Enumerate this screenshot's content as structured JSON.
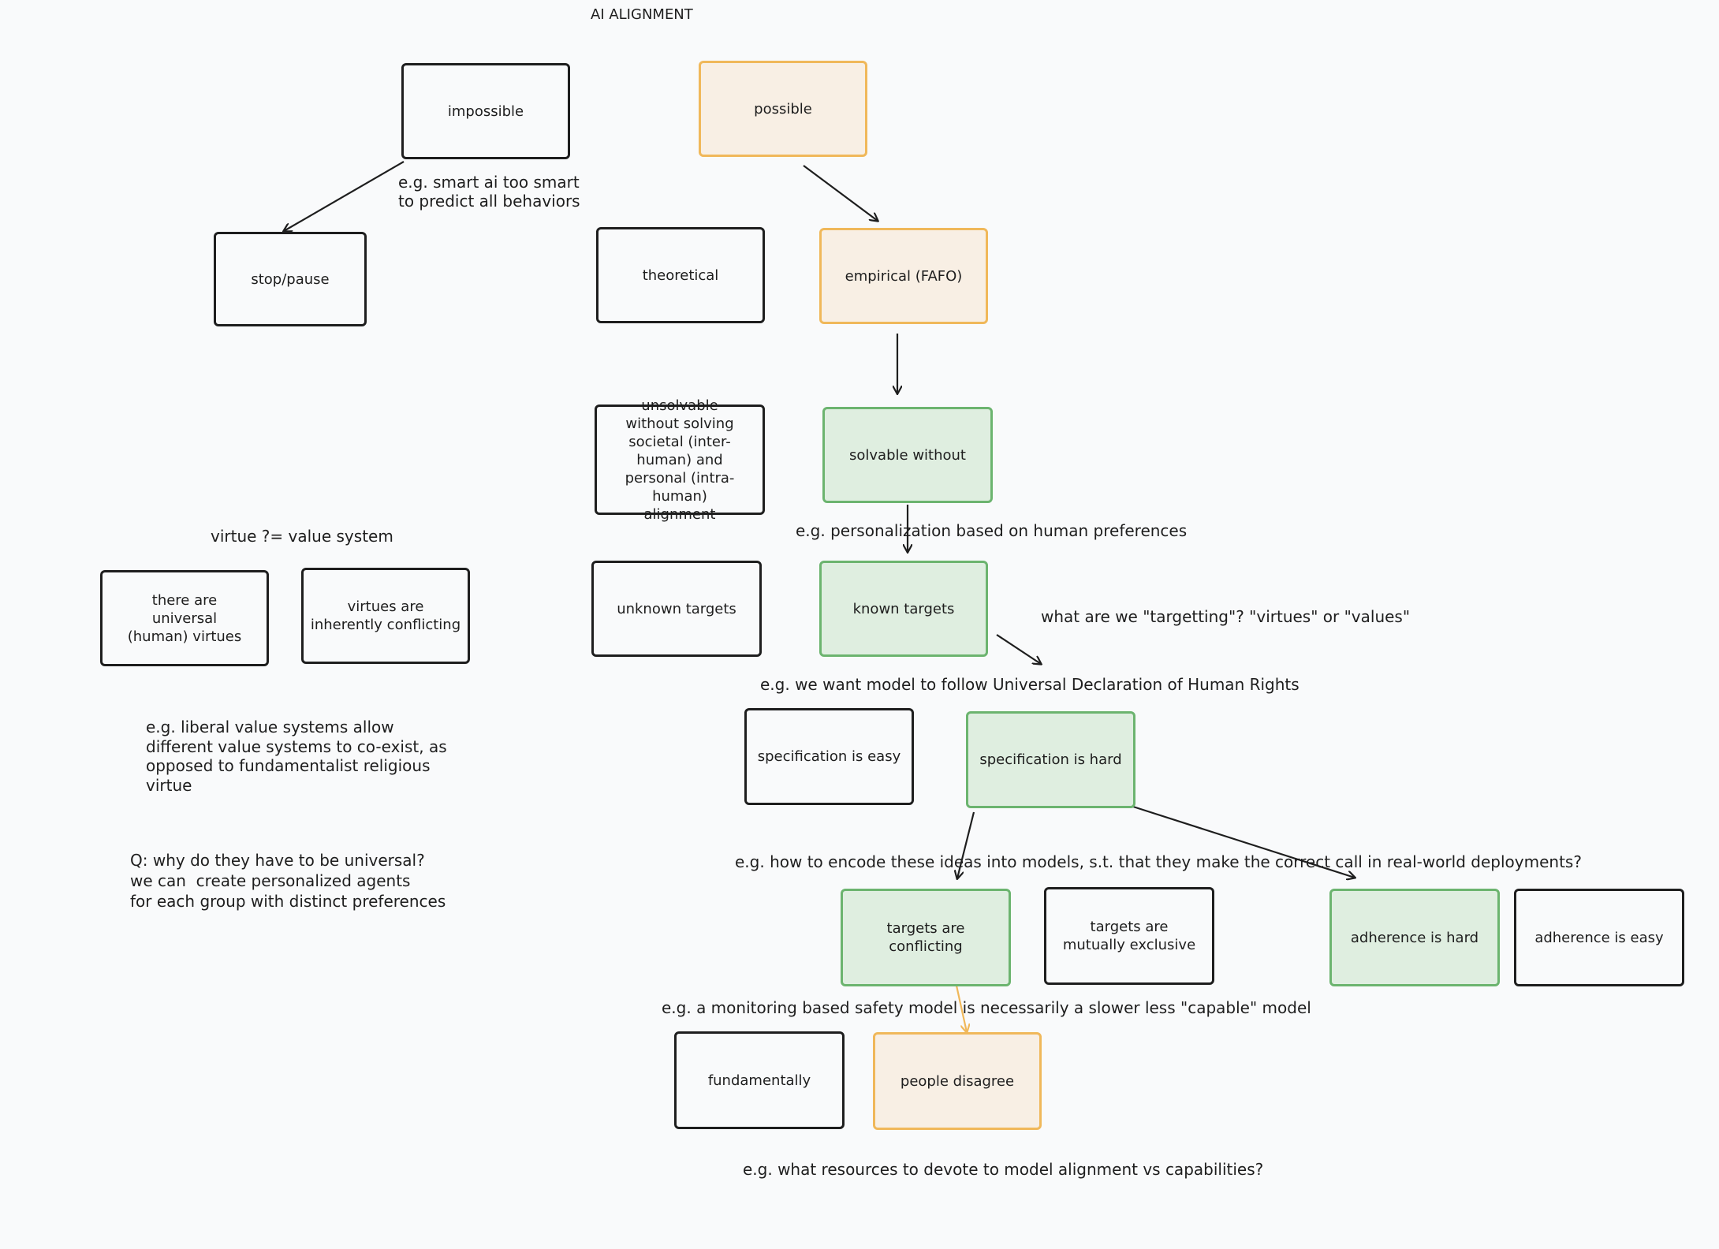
{
  "title": "AI ALIGNMENT",
  "nodes": {
    "impossible": "impossible",
    "possible": "possible",
    "stop_pause": "stop/pause",
    "theoretical": "theoretical",
    "empirical": "empirical (FAFO)",
    "unsolvable": "unsolvable without solving societal (inter-human) and personal (intra-human) alignment",
    "solvable": "solvable without",
    "universal_virtues": "there are universal (human) virtues",
    "conflicting_virtues": "virtues are inherently conflicting",
    "unknown_targets": "unknown targets",
    "known_targets": "known targets",
    "spec_easy": "specification is easy",
    "spec_hard": "specification is hard",
    "targets_conflicting": "targets are conflicting",
    "targets_exclusive": "targets are mutually exclusive",
    "adherence_hard": "adherence is hard",
    "adherence_easy": "adherence is easy",
    "fundamentally": "fundamentally",
    "people_disagree": "people disagree"
  },
  "annotations": {
    "smart_ai": "e.g. smart ai too smart\nto predict all behaviors",
    "virtue_value": "virtue ?= value system",
    "personalization": "e.g. personalization based on human preferences",
    "targetting": "what are we \"targetting\"? \"virtues\" or \"values\"",
    "udhr": "e.g. we want model to follow Universal Declaration of Human Rights",
    "liberal": "e.g. liberal value systems allow\ndifferent value systems to co-exist, as\nopposed to fundamentalist religious\nvirtue",
    "question": "Q: why do they have to be universal?\nwe can  create personalized agents\nfor each group with distinct preferences",
    "encode": "e.g. how to encode these ideas into models, s.t. that they make the correct call in real-world deployments?",
    "monitoring": "e.g. a monitoring based safety model is necessarily a slower less \"capable\" model",
    "resources": "e.g. what resources to devote to model alignment vs capabilities?"
  },
  "colors": {
    "stroke": "#1e1e1e",
    "orange_fill": "#f8efe4",
    "orange_stroke": "#f0b85a",
    "green_fill": "#dfeee0",
    "green_stroke": "#6cb46f",
    "background": "#f9fafb"
  }
}
